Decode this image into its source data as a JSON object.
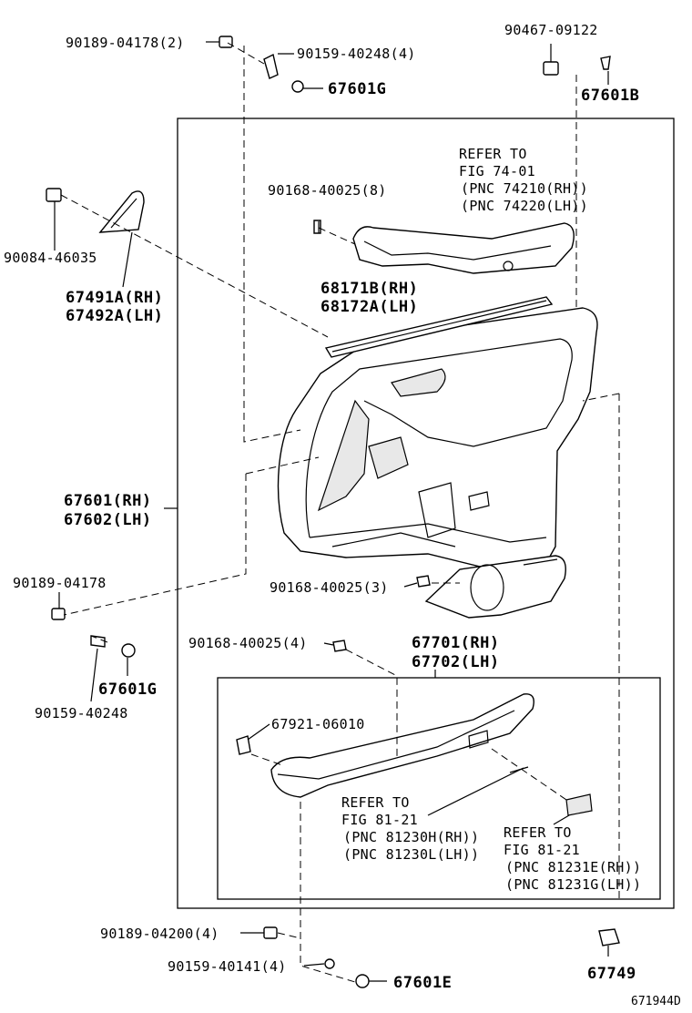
{
  "labels": {
    "p_90189_04178_2": "90189-04178(2)",
    "p_90159_40248_4": "90159-40248(4)",
    "p_67601g_top": "67601G",
    "p_90467_09122": "90467-09122",
    "p_67601b": "67601B",
    "refer_74_line1": "REFER TO",
    "refer_74_line2": "FIG 74-01",
    "refer_74_line3": "(PNC 74210(RH))",
    "refer_74_line4": "(PNC 74220(LH))",
    "p_90168_40025_8": "90168-40025(8)",
    "p_90084_46035": "90084-46035",
    "p_67491a": "67491A(RH)",
    "p_67492a": "67492A(LH)",
    "p_68171b": "68171B(RH)",
    "p_68172a": "68172A(LH)",
    "p_67601": "67601(RH)",
    "p_67602": "67602(LH)",
    "p_90189_04178": "90189-04178",
    "p_90168_40025_3": "90168-40025(3)",
    "p_90168_40025_4": "90168-40025(4)",
    "p_67601g_mid": "67601G",
    "p_90159_40248": "90159-40248",
    "p_67701": "67701(RH)",
    "p_67702": "67702(LH)",
    "p_67921_06010": "67921-06010",
    "refer_81a_line1": "REFER TO",
    "refer_81a_line2": "FIG 81-21",
    "refer_81a_line3": "(PNC 81230H(RH))",
    "refer_81a_line4": "(PNC 81230L(LH))",
    "refer_81b_line1": "REFER TO",
    "refer_81b_line2": "FIG 81-21",
    "refer_81b_line3": "(PNC 81231E(RH))",
    "refer_81b_line4": "(PNC 81231G(LH))",
    "p_90189_04200_4": "90189-04200(4)",
    "p_90159_40141_4": "90159-40141(4)",
    "p_67601e": "67601E",
    "p_67749": "67749",
    "drawing_code": "671944D"
  }
}
